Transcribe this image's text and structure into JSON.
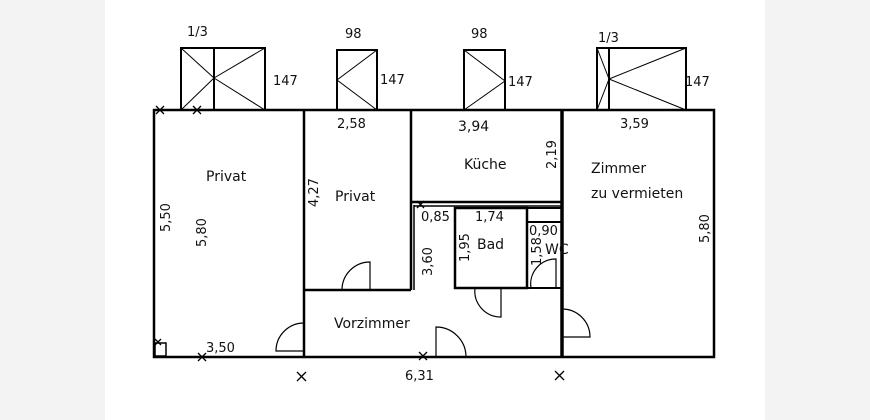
{
  "rooms": {
    "privat_1": "Privat",
    "privat_2": "Privat",
    "kueche": "Küche",
    "zimmer_line1": "Zimmer",
    "zimmer_line2": "zu vermieten",
    "vorzimmer": "Vorzimmer",
    "bad": "Bad",
    "wc": "WC"
  },
  "windows": [
    {
      "width_label": "1/3",
      "height_label": "147"
    },
    {
      "width_label": "98",
      "height_label": "147"
    },
    {
      "width_label": "98",
      "height_label": "147"
    },
    {
      "width_label": "1/3",
      "height_label": "147"
    }
  ],
  "dimensions": {
    "privat2_width": "2,58",
    "kueche_width": "3,94",
    "kueche_depth": "2,19",
    "zimmer_width": "3,59",
    "privat1_left": "5,50",
    "privat1_depth": "5,80",
    "privat2_depth": "4,27",
    "corridor_width": "0,85",
    "corridor_depth": "3,60",
    "bad_width": "1,74",
    "bad_depth": "1,95",
    "wc_width": "0,90",
    "wc_depth": "1,58",
    "zimmer_depth": "5,80",
    "privat1_width": "3,50",
    "vorzimmer_width": "6,31"
  }
}
